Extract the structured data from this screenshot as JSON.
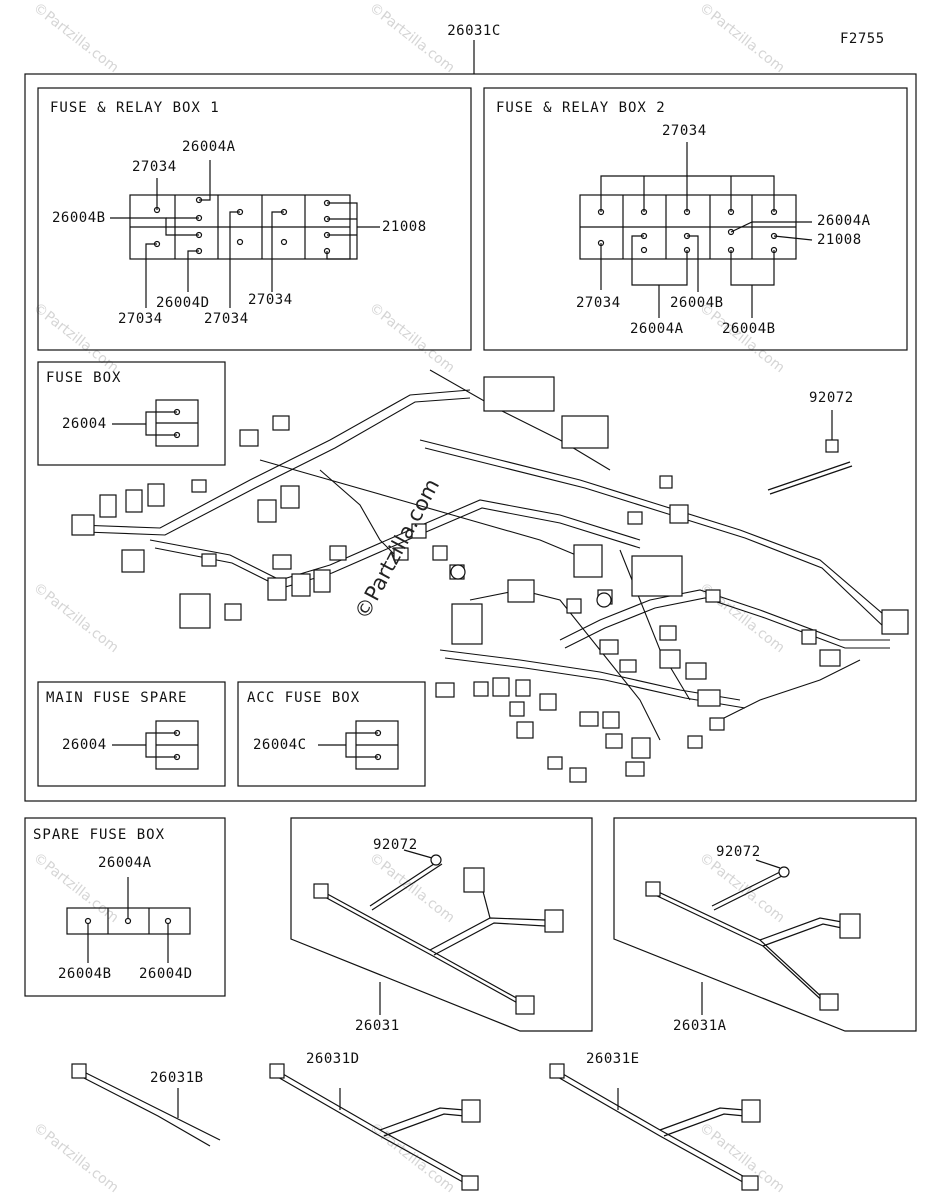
{
  "figure_code": "F2755",
  "main_harness": "26031C",
  "boxes": {
    "relay_box_1": {
      "title": "FUSE & RELAY BOX 1",
      "labels": [
        "26004A",
        "27034",
        "26004B",
        "21008",
        "27034",
        "26004D",
        "27034",
        "27034"
      ]
    },
    "relay_box_2": {
      "title": "FUSE & RELAY BOX 2",
      "labels": [
        "27034",
        "26004A",
        "21008",
        "27034",
        "26004B",
        "26004A",
        "26004B"
      ]
    },
    "fuse_box": {
      "title": "FUSE BOX",
      "label": "26004"
    },
    "main_fuse_spare": {
      "title": "MAIN FUSE SPARE",
      "label": "26004"
    },
    "acc_fuse_box": {
      "title": "ACC FUSE BOX",
      "label": "26004C"
    },
    "spare_fuse_box": {
      "title": "SPARE FUSE BOX",
      "labels": [
        "26004A",
        "26004B",
        "26004D"
      ]
    }
  },
  "parts": {
    "tie": "92072",
    "harness_1": "26031",
    "harness_1_tie": "92072",
    "harness_2": "26031A",
    "harness_2_tie": "92072",
    "harness_3": "26031B",
    "harness_4": "26031D",
    "harness_5": "26031E"
  },
  "watermark": "©Partzilla.com",
  "brand_text": "©Partzilla.com"
}
